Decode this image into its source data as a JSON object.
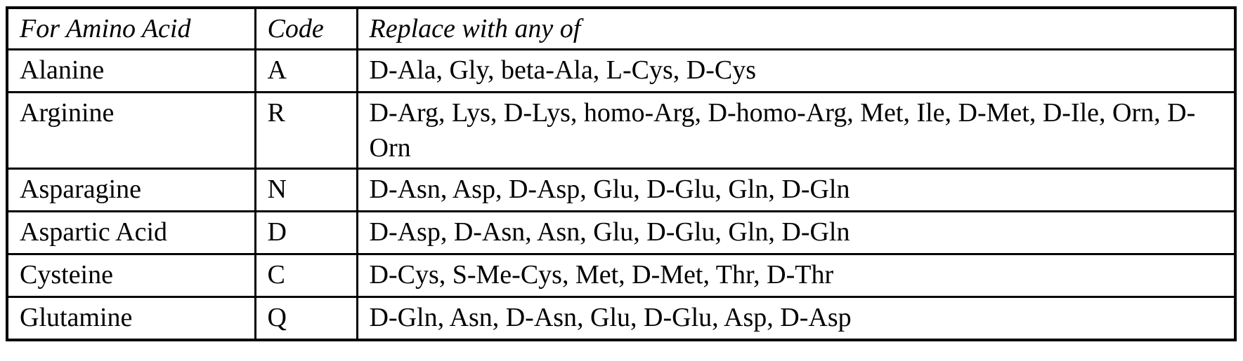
{
  "table": {
    "headers": [
      "For Amino Acid",
      "Code",
      "Replace with any of"
    ],
    "rows": [
      {
        "amino_acid": "Alanine",
        "code": "A",
        "replacements": "D-Ala, Gly, beta-Ala, L-Cys, D-Cys"
      },
      {
        "amino_acid": "Arginine",
        "code": "R",
        "replacements": "D-Arg, Lys, D-Lys, homo-Arg, D-homo-Arg, Met, Ile, D-Met, D-Ile, Orn, D-Orn"
      },
      {
        "amino_acid": "Asparagine",
        "code": "N",
        "replacements": "D-Asn, Asp, D-Asp, Glu, D-Glu, Gln, D-Gln"
      },
      {
        "amino_acid": "Aspartic Acid",
        "code": "D",
        "replacements": "D-Asp, D-Asn, Asn, Glu, D-Glu, Gln, D-Gln"
      },
      {
        "amino_acid": "Cysteine",
        "code": "C",
        "replacements": "D-Cys, S-Me-Cys, Met, D-Met, Thr, D-Thr"
      },
      {
        "amino_acid": "Glutamine",
        "code": "Q",
        "replacements": "D-Gln, Asn, D-Asn, Glu, D-Glu, Asp, D-Asp"
      }
    ]
  }
}
